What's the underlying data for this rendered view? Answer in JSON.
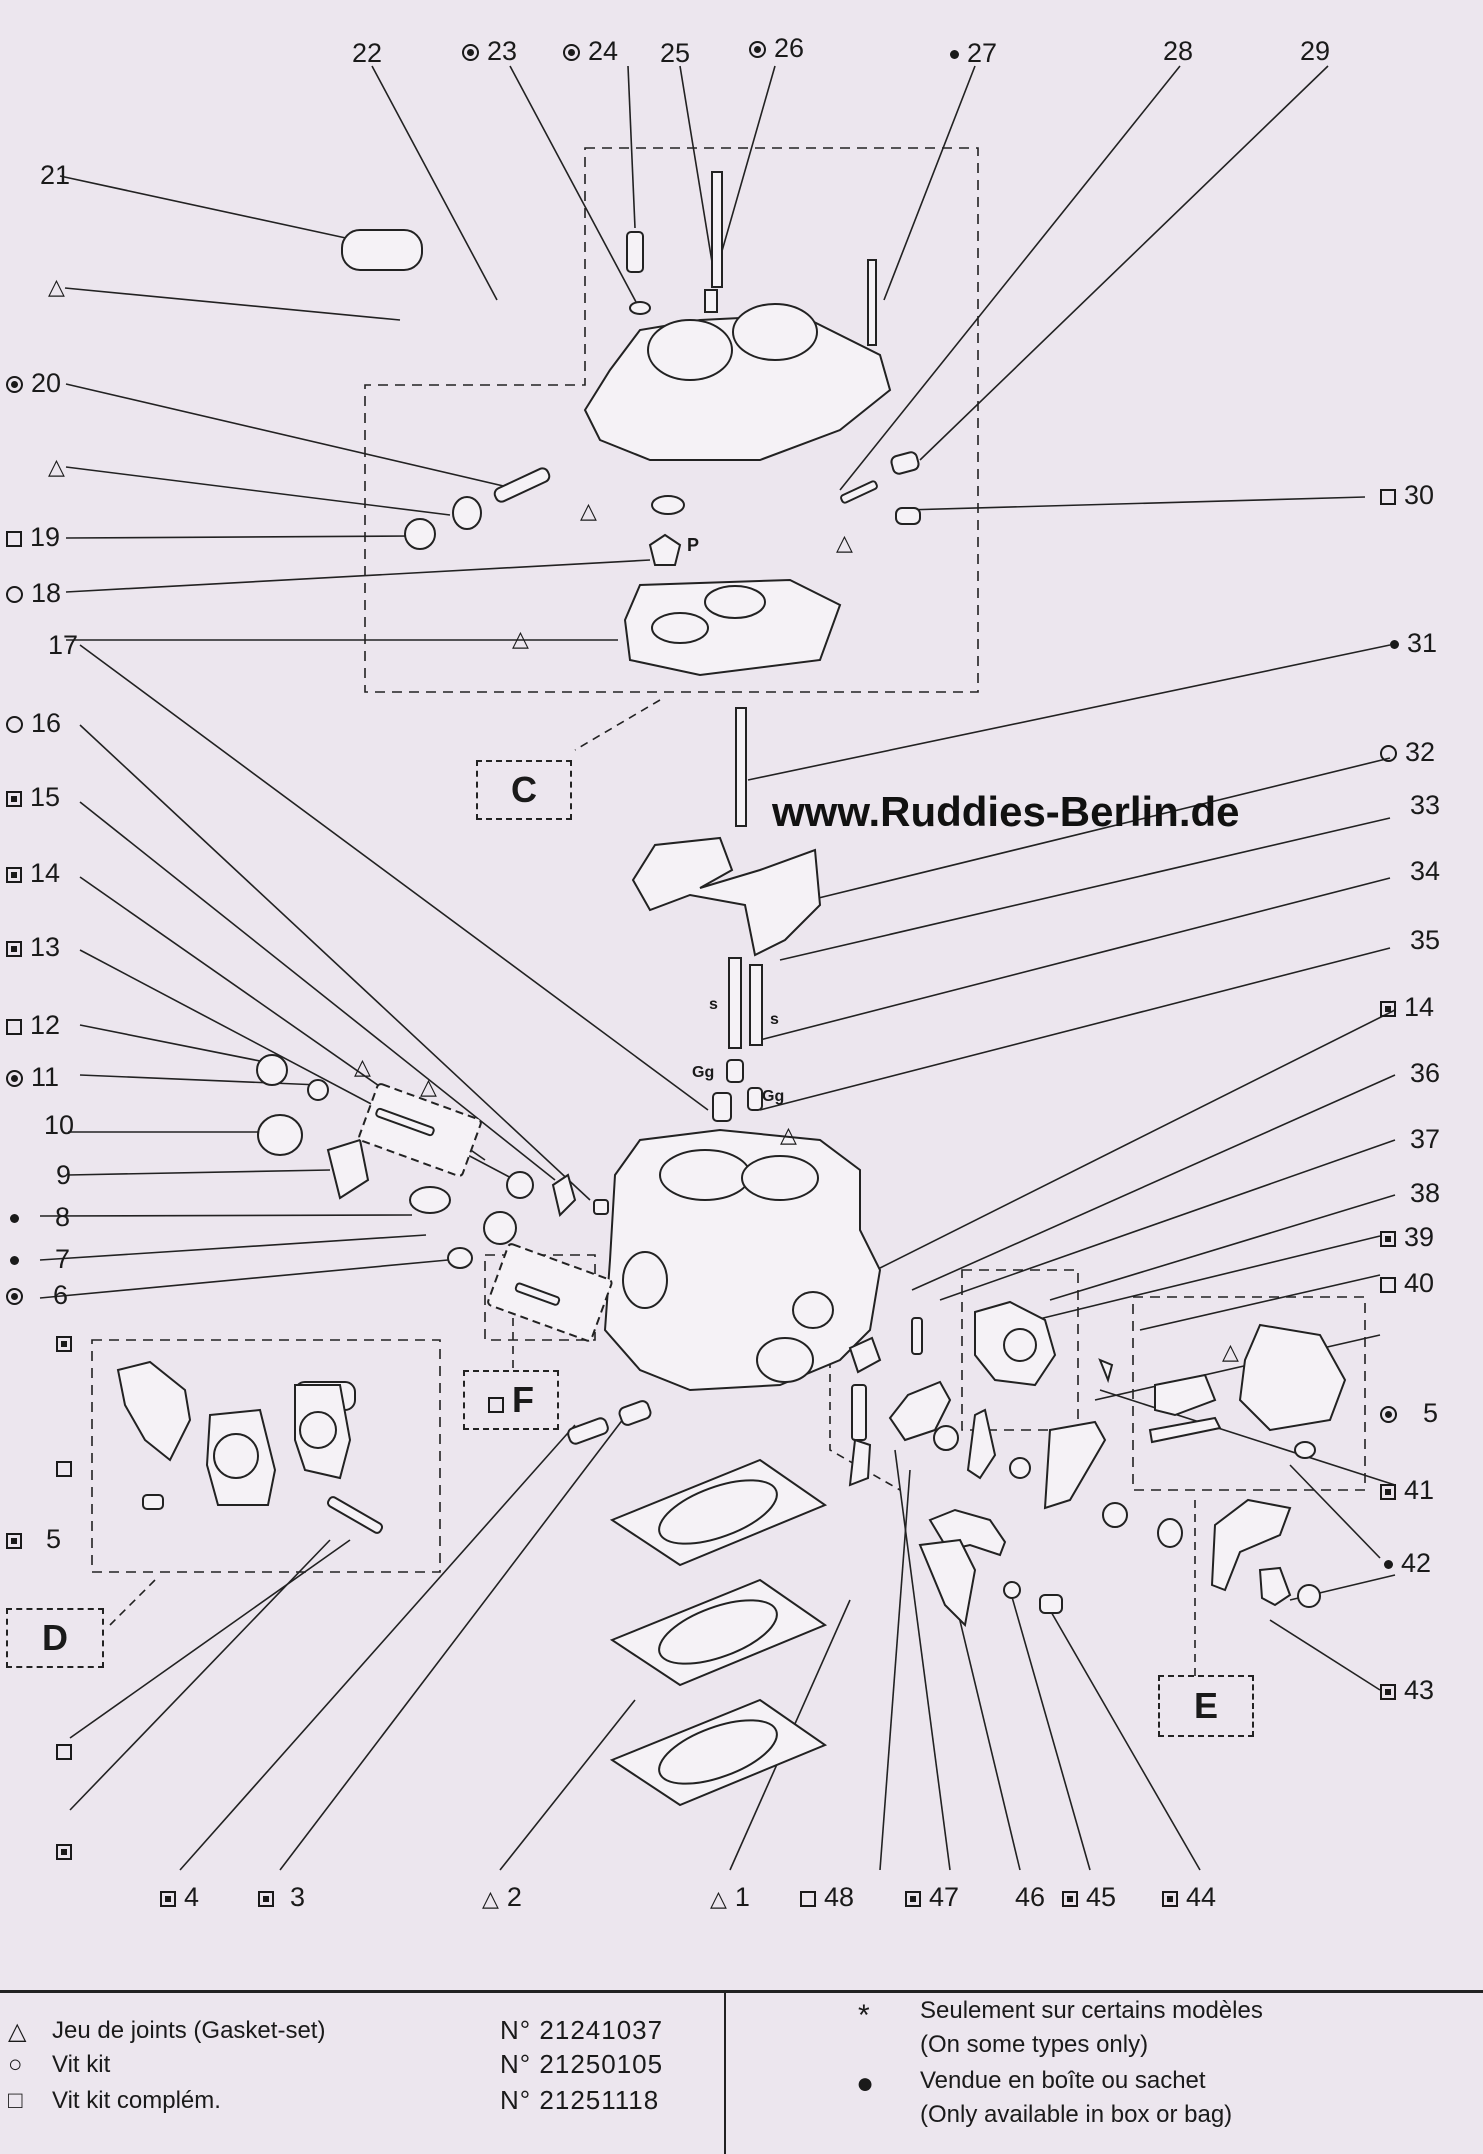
{
  "watermark": "www.Ruddies-Berlin.de",
  "sections": {
    "C": "C",
    "D": "D",
    "E": "E",
    "F": "F"
  },
  "callouts": {
    "c22": "22",
    "c23": "23",
    "c24": "24",
    "c25": "25",
    "c26": "26",
    "c27": "27",
    "c28": "28",
    "c29": "29",
    "c21": "21",
    "c20": "20",
    "c19": "19",
    "c18": "18",
    "c17": "17",
    "c16": "16",
    "c15": "15",
    "c14": "14",
    "c13": "13",
    "c12": "12",
    "c11": "11",
    "c10": "10",
    "c9": "9",
    "c8": "8",
    "c7": "7",
    "c6": "6",
    "c5l": "5",
    "c30": "30",
    "c31": "31",
    "c32": "32",
    "c33": "33",
    "c34": "34",
    "c35": "35",
    "c14r": "14",
    "c36": "36",
    "c37": "37",
    "c38": "38",
    "c39": "39",
    "c40": "40",
    "c5r": "5",
    "c41": "41",
    "c42": "42",
    "c43": "43",
    "c4": "4",
    "c3": "3",
    "c2": "2",
    "c1": "1",
    "c48": "48",
    "c47": "47",
    "c46": "46",
    "c45": "45",
    "c44": "44"
  },
  "part_letters": {
    "P": "P",
    "S1": "s",
    "S2": "s",
    "Gg1": "Gg",
    "Gg2": "Gg"
  },
  "legend": {
    "rows": [
      {
        "symbol": "△",
        "label": "Jeu de joints (Gasket-set)",
        "number": "N° 21241037"
      },
      {
        "symbol": "○",
        "label": "Vit kit",
        "number": "N° 21250105"
      },
      {
        "symbol": "□",
        "label": "Vit kit complém.",
        "number": "N° 21251118"
      }
    ],
    "notes": [
      {
        "symbol": "*",
        "line1": "Seulement sur certains modèles",
        "line2": "(On some types only)"
      },
      {
        "symbol": "●",
        "line1": "Vendue en boîte ou sachet",
        "line2": "(Only available in box or bag)"
      }
    ]
  }
}
